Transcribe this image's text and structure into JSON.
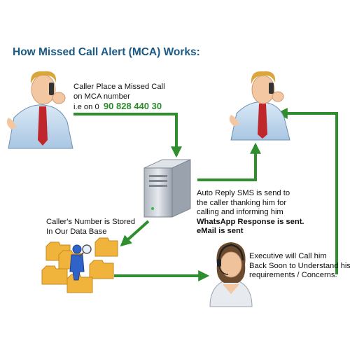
{
  "title": "How Missed Call Alert (MCA) Works:",
  "step_caller": {
    "line1": "Caller Place a Missed Call",
    "line2": "on MCA number",
    "line3_prefix": "i.e on 0",
    "phone_number": "90 828 440 30"
  },
  "step_auto_reply": {
    "line1": "Auto Reply SMS is send to",
    "line2": "the caller thanking him for",
    "line3": "calling and informing him",
    "line4": "WhatsApp Response is sent.",
    "line5": "eMail is sent"
  },
  "step_database": {
    "line1": "Caller's Number is Stored",
    "line2": "In Our Data Base"
  },
  "step_executive": {
    "line1": "Executive will Call him",
    "line2": "Back Soon to Understand his",
    "line3": "requirements / Concerns."
  },
  "colors": {
    "title": "#1b5a84",
    "arrow": "#2f8f2f",
    "phone_number": "#2e8b2e",
    "folder": "#f0b43c",
    "server": "#c9d0d8"
  },
  "icons": [
    "caller-person-icon",
    "callback-person-icon",
    "server-icon",
    "database-folders-icon",
    "executive-headset-icon"
  ]
}
